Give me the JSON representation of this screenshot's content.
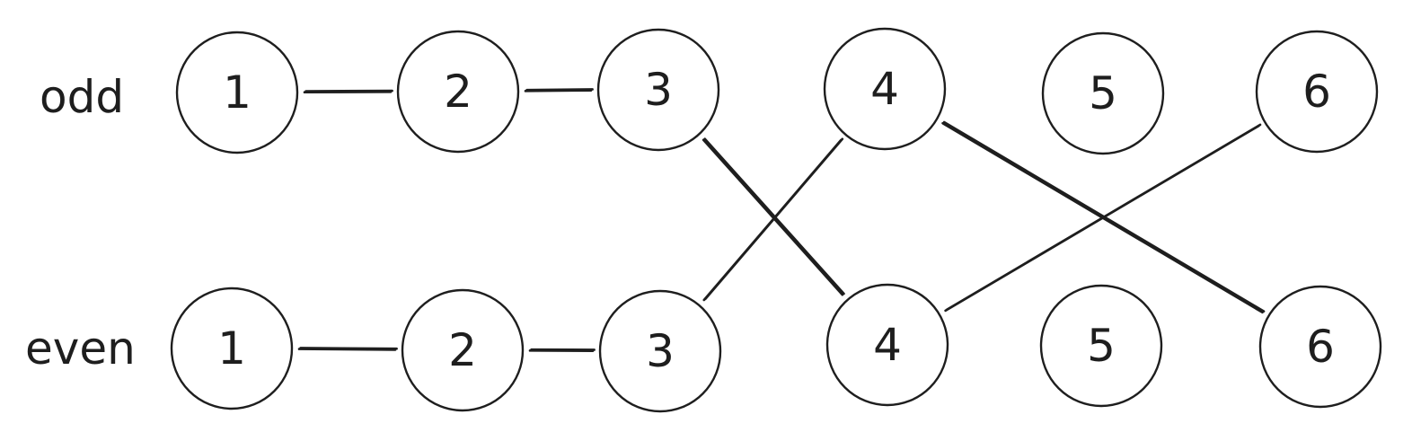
{
  "diagram": {
    "rows": [
      {
        "id": "odd",
        "label": "odd",
        "nodes": [
          "1",
          "2",
          "3",
          "4",
          "5",
          "6"
        ]
      },
      {
        "id": "even",
        "label": "even",
        "nodes": [
          "1",
          "2",
          "3",
          "4",
          "5",
          "6"
        ]
      }
    ],
    "edges": [
      {
        "from": "odd.1",
        "to": "odd.2"
      },
      {
        "from": "odd.2",
        "to": "odd.3"
      },
      {
        "from": "odd.3",
        "to": "even.4"
      },
      {
        "from": "odd.4",
        "to": "even.3"
      },
      {
        "from": "odd.4",
        "to": "even.6"
      },
      {
        "from": "odd.6",
        "to": "even.4"
      },
      {
        "from": "even.1",
        "to": "even.2"
      },
      {
        "from": "even.2",
        "to": "even.3"
      }
    ],
    "colors": {
      "ink": "#1e1e1e",
      "background": "#ffffff"
    }
  }
}
